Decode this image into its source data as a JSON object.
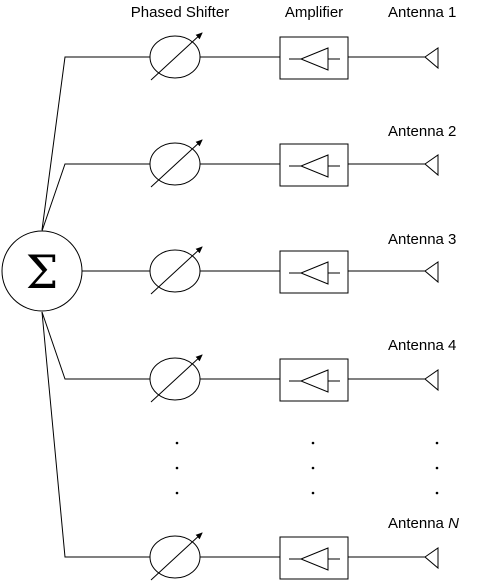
{
  "combiner": {
    "symbol": "Σ"
  },
  "headers": {
    "phase_shifter": "Phased Shifter",
    "amplifier": "Amplifier"
  },
  "antennas": [
    {
      "label": "Antenna 1"
    },
    {
      "label": "Antenna 2"
    },
    {
      "label": "Antenna 3"
    },
    {
      "label": "Antenna 4"
    },
    {
      "label": "Antenna ",
      "index": "N"
    }
  ]
}
